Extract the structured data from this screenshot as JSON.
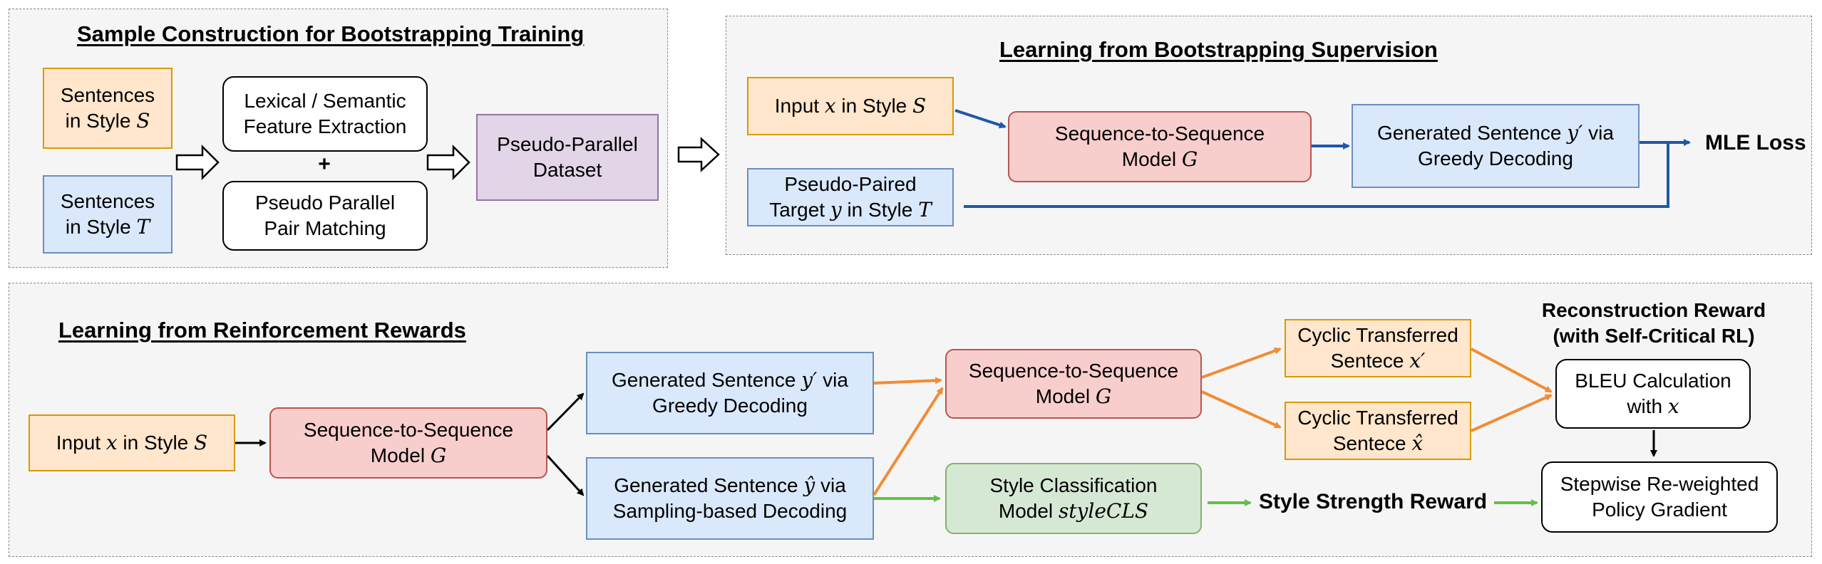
{
  "panels": {
    "sample_title": "Sample Construction for Bootstrapping Training",
    "boot_title": "Learning from Bootstrapping Supervision",
    "rl_title": "Learning from Reinforcement Rewards"
  },
  "sample": {
    "sent_s": {
      "line1": "Sentences",
      "line2_pre": "in Style ",
      "sym": "S"
    },
    "sent_t": {
      "line1": "Sentences",
      "line2_pre": "in Style ",
      "sym": "T"
    },
    "feature": {
      "line1": "Lexical / Semantic",
      "line2": "Feature Extraction"
    },
    "plus": "+",
    "pair": {
      "line1": "Pseudo Parallel",
      "line2": "Pair Matching"
    },
    "dataset": {
      "line1": "Pseudo-Parallel",
      "line2": "Dataset"
    }
  },
  "boot": {
    "input": {
      "pre": "Input ",
      "x": "x",
      "mid": " in Style ",
      "s": "S"
    },
    "target": {
      "line1": "Pseudo-Paired",
      "line2_pre": "Target ",
      "y": "y",
      "line2_mid": " in Style ",
      "t": "T"
    },
    "seq": {
      "line1": "Sequence-to-Sequence",
      "line2_pre": "Model ",
      "g": "G"
    },
    "gen": {
      "line1_pre": "Generated Sentence ",
      "sym": "y′",
      "line1_post": " via",
      "line2": "Greedy Decoding"
    },
    "mle": "MLE Loss"
  },
  "rl": {
    "input": {
      "pre": "Input ",
      "x": "x",
      "mid": " in Style ",
      "s": "S"
    },
    "seq1": {
      "line1": "Sequence-to-Sequence",
      "line2_pre": "Model ",
      "g": "G"
    },
    "gen_greedy": {
      "line1_pre": "Generated Sentence ",
      "sym": "y′",
      "line1_post": " via",
      "line2": "Greedy Decoding"
    },
    "gen_sample": {
      "line1_pre": "Generated Sentence ",
      "sym": "ŷ",
      "line1_post": " via",
      "line2": "Sampling-based Decoding"
    },
    "seq2": {
      "line1": "Sequence-to-Sequence",
      "line2_pre": "Model ",
      "g": "G"
    },
    "style_cls": {
      "line1": "Style Classification",
      "line2_pre": "Model ",
      "sym": "styleCLS"
    },
    "cyc1": {
      "line1": "Cyclic Transferred",
      "line2_pre": "Sentece ",
      "sym": "x′"
    },
    "cyc2": {
      "line1": "Cyclic Transferred",
      "line2_pre": "Sentece ",
      "sym": "x̂"
    },
    "recon": {
      "line1": "Reconstruction Reward",
      "line2": "(with Self-Critical RL)"
    },
    "bleu": {
      "line1": "BLEU Calculation",
      "line2_pre": "with ",
      "sym": "x"
    },
    "strength": "Style Strength Reward",
    "policy": {
      "line1": "Stepwise Re-weighted",
      "line2": "Policy Gradient"
    }
  },
  "colors": {
    "blue_arrow": "#1f57a8",
    "orange_arrow": "#f08c35",
    "green_arrow": "#62c145"
  }
}
